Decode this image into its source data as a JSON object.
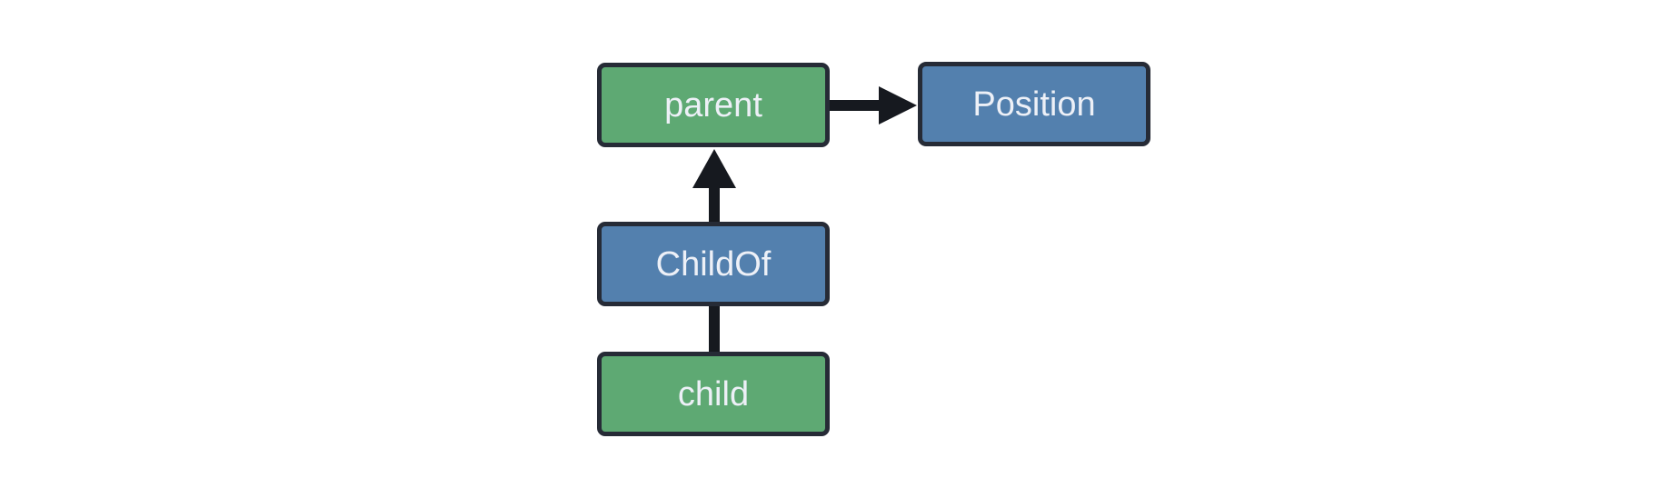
{
  "diagram": {
    "colors": {
      "background": "#ffffff",
      "entity_fill": "#5EA973",
      "component_fill": "#5380AE",
      "node_border": "#262B36",
      "edge": "#16191F",
      "label_text": "#EDF0F7"
    },
    "nodes": [
      {
        "id": "parent",
        "label": "parent",
        "fill": "#5EA973"
      },
      {
        "id": "Position",
        "label": "Position",
        "fill": "#5380AE"
      },
      {
        "id": "ChildOf",
        "label": "ChildOf",
        "fill": "#5380AE"
      },
      {
        "id": "child",
        "label": "child",
        "fill": "#5EA973"
      }
    ],
    "edges": [
      {
        "from": "parent",
        "to": "Position",
        "style": "arrow",
        "direction": "right"
      },
      {
        "from": "ChildOf",
        "to": "parent",
        "style": "arrow",
        "direction": "up"
      },
      {
        "from": "child",
        "to": "ChildOf",
        "style": "line",
        "direction": "up"
      }
    ]
  }
}
